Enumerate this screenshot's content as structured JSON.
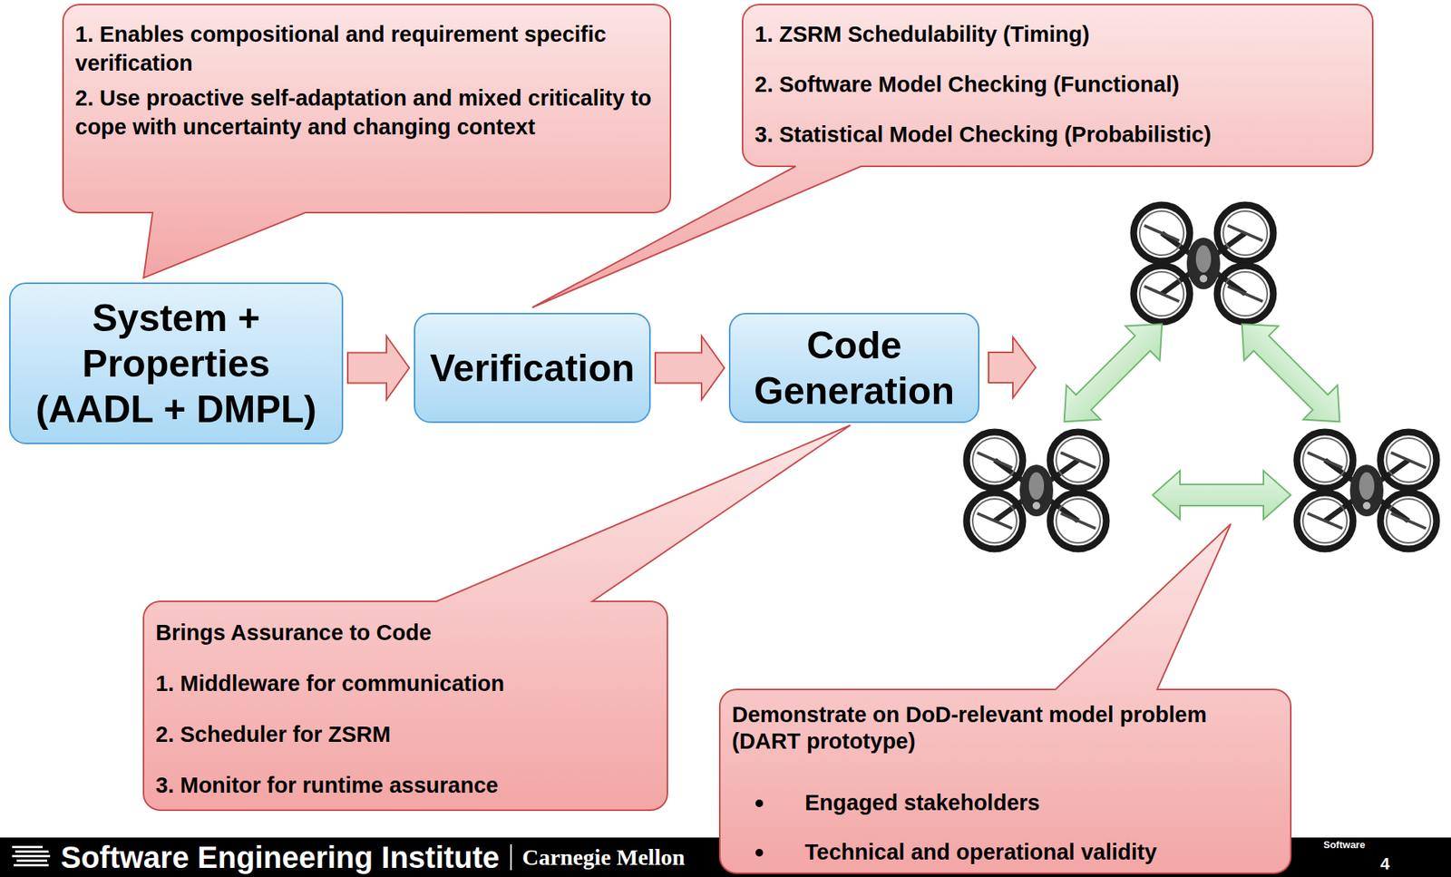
{
  "diagram": {
    "nodes": [
      {
        "text": [
          "1. Enables compositional and requirement specific verification",
          "2. Use proactive self-adaptation and mixed criticality to cope with uncertainty and changing context"
        ]
      },
      {
        "text": [
          "1. ZSRM Schedulability (Timing)",
          "2. Software Model Checking (Functional)",
          "3. Statistical Model Checking (Probabilistic)"
        ]
      },
      {
        "text": [
          "System + Properties (AADL + DMPL)"
        ]
      },
      {
        "text": [
          "Verification"
        ]
      },
      {
        "text": [
          "Code Generation"
        ]
      },
      {
        "text": [
          "Brings Assurance to Code",
          "1. Middleware for communication",
          "2. Scheduler for ZSRM",
          "3. Monitor for runtime assurance"
        ]
      },
      {
        "text": [
          "Demonstrate on DoD-relevant model problem (DART prototype)",
          "Engaged stakeholders",
          "Technical and operational validity"
        ]
      }
    ],
    "edges": [
      {
        "from": 2,
        "to": 3,
        "arrow": "to"
      },
      {
        "from": 3,
        "to": 4,
        "arrow": "to"
      }
    ],
    "labels": [
      "Software Engineering Institute",
      "Carnegie Mellon",
      "Software",
      "4"
    ]
  }
}
